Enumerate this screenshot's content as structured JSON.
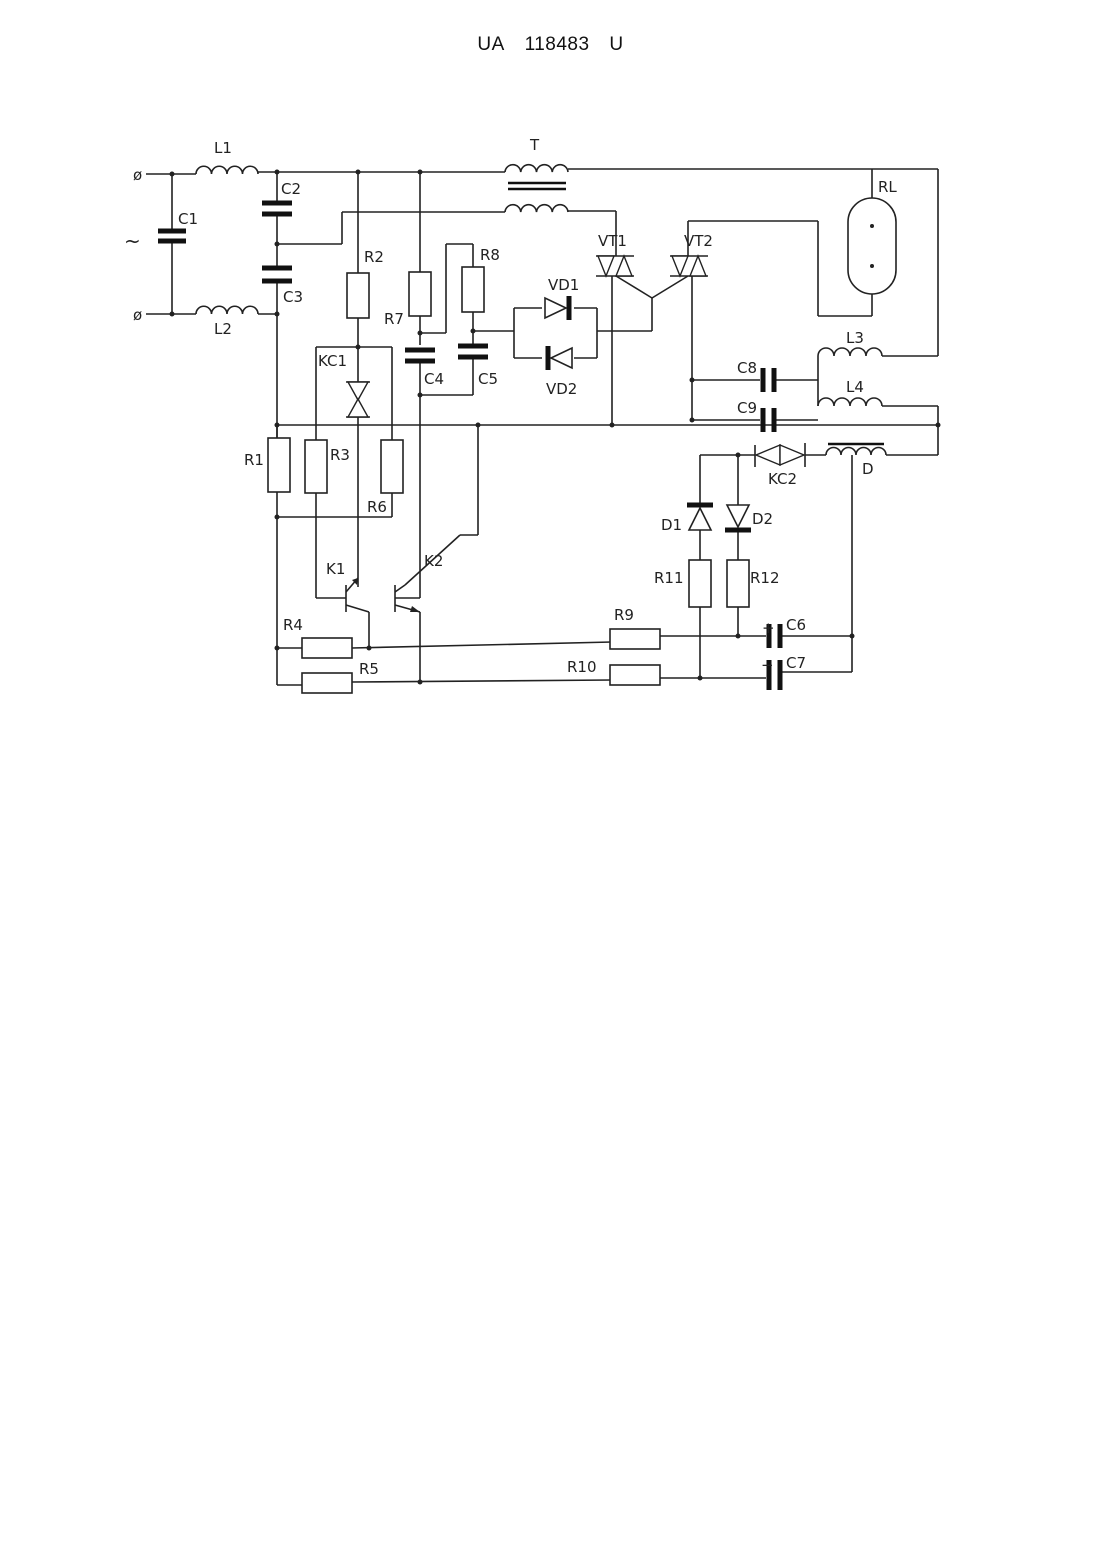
{
  "header": {
    "office": "UA",
    "number": "118483",
    "kind": "U"
  },
  "components": {
    "L1": "L1",
    "L2": "L2",
    "L3": "L3",
    "L4": "L4",
    "C1": "C1",
    "C2": "C2",
    "C3": "C3",
    "C4": "C4",
    "C5": "C5",
    "C6": "C6",
    "C7": "C7",
    "C8": "C8",
    "C9": "C9",
    "R1": "R1",
    "R2": "R2",
    "R3": "R3",
    "R4": "R4",
    "R5": "R5",
    "R6": "R6",
    "R7": "R7",
    "R8": "R8",
    "R9": "R9",
    "R10": "R10",
    "R11": "R11",
    "R12": "R12",
    "T": "T",
    "RL": "RL",
    "VT1": "VT1",
    "VT2": "VT2",
    "VD1": "VD1",
    "VD2": "VD2",
    "KC1": "KC1",
    "KC2": "KC2",
    "K1": "K1",
    "K2": "K2",
    "D": "D",
    "D1": "D1",
    "D2": "D2"
  },
  "symbols": {
    "terminal_top": "ø",
    "terminal_bottom": "ø",
    "ac_source": "~",
    "plus": "+",
    "minus": "−"
  }
}
